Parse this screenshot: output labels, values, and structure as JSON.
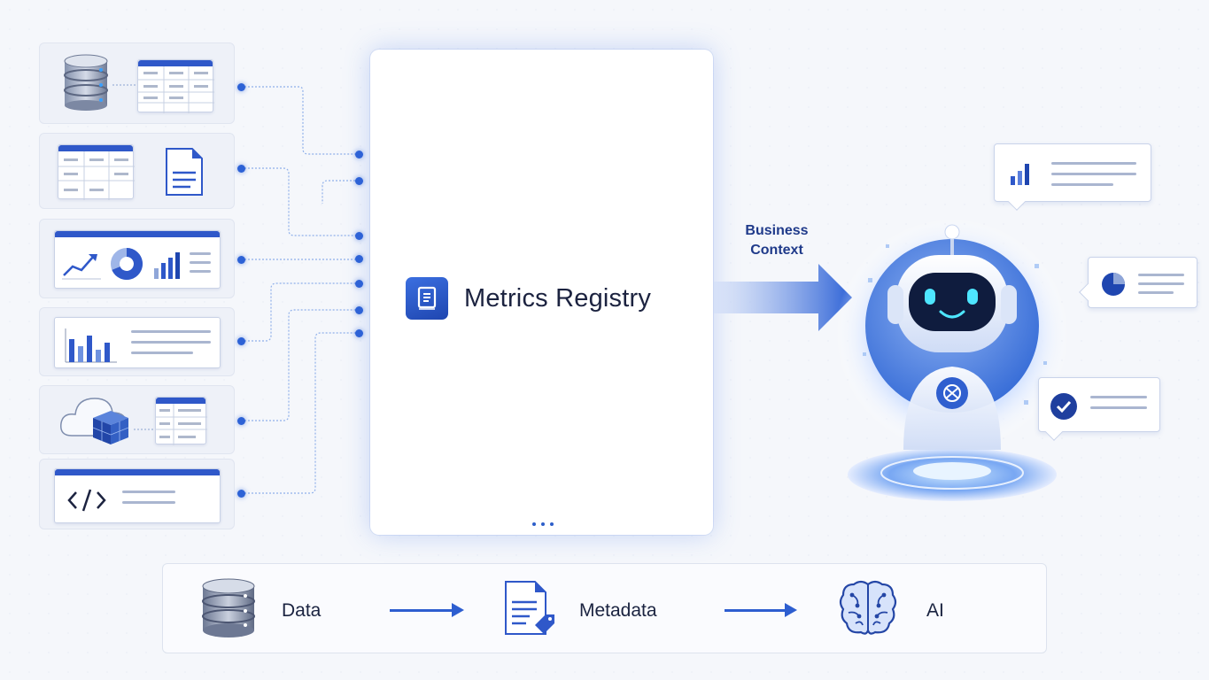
{
  "diagram": {
    "registry": {
      "title": "Metrics Registry"
    },
    "flow_label": {
      "line1": "Business",
      "line2": "Context"
    },
    "pipeline": {
      "steps": [
        {
          "label": "Data",
          "icon": "database-icon"
        },
        {
          "label": "Metadata",
          "icon": "tagged-document-icon"
        },
        {
          "label": "AI",
          "icon": "brain-icon"
        }
      ]
    },
    "sources": [
      {
        "name": "database-table-source",
        "icons": [
          "database-icon",
          "table-icon"
        ]
      },
      {
        "name": "spreadsheet-document-source",
        "icons": [
          "table-icon",
          "document-icon"
        ]
      },
      {
        "name": "dashboard-source",
        "icons": [
          "line-chart-icon",
          "donut-chart-icon",
          "bar-chart-icon"
        ]
      },
      {
        "name": "bar-chart-report-source",
        "icons": [
          "bar-chart-icon"
        ]
      },
      {
        "name": "cloud-warehouse-source",
        "icons": [
          "cloud-icon",
          "cube-icon",
          "table-icon"
        ]
      },
      {
        "name": "code-source",
        "icons": [
          "code-icon"
        ]
      }
    ],
    "assistant": {
      "icon": "robot-icon",
      "bubbles": [
        "bar-chart-icon",
        "pie-chart-icon",
        "checkmark-icon"
      ]
    },
    "colors": {
      "accent": "#2d62d6",
      "dark_accent": "#1f46b0",
      "text": "#1c2340"
    }
  }
}
